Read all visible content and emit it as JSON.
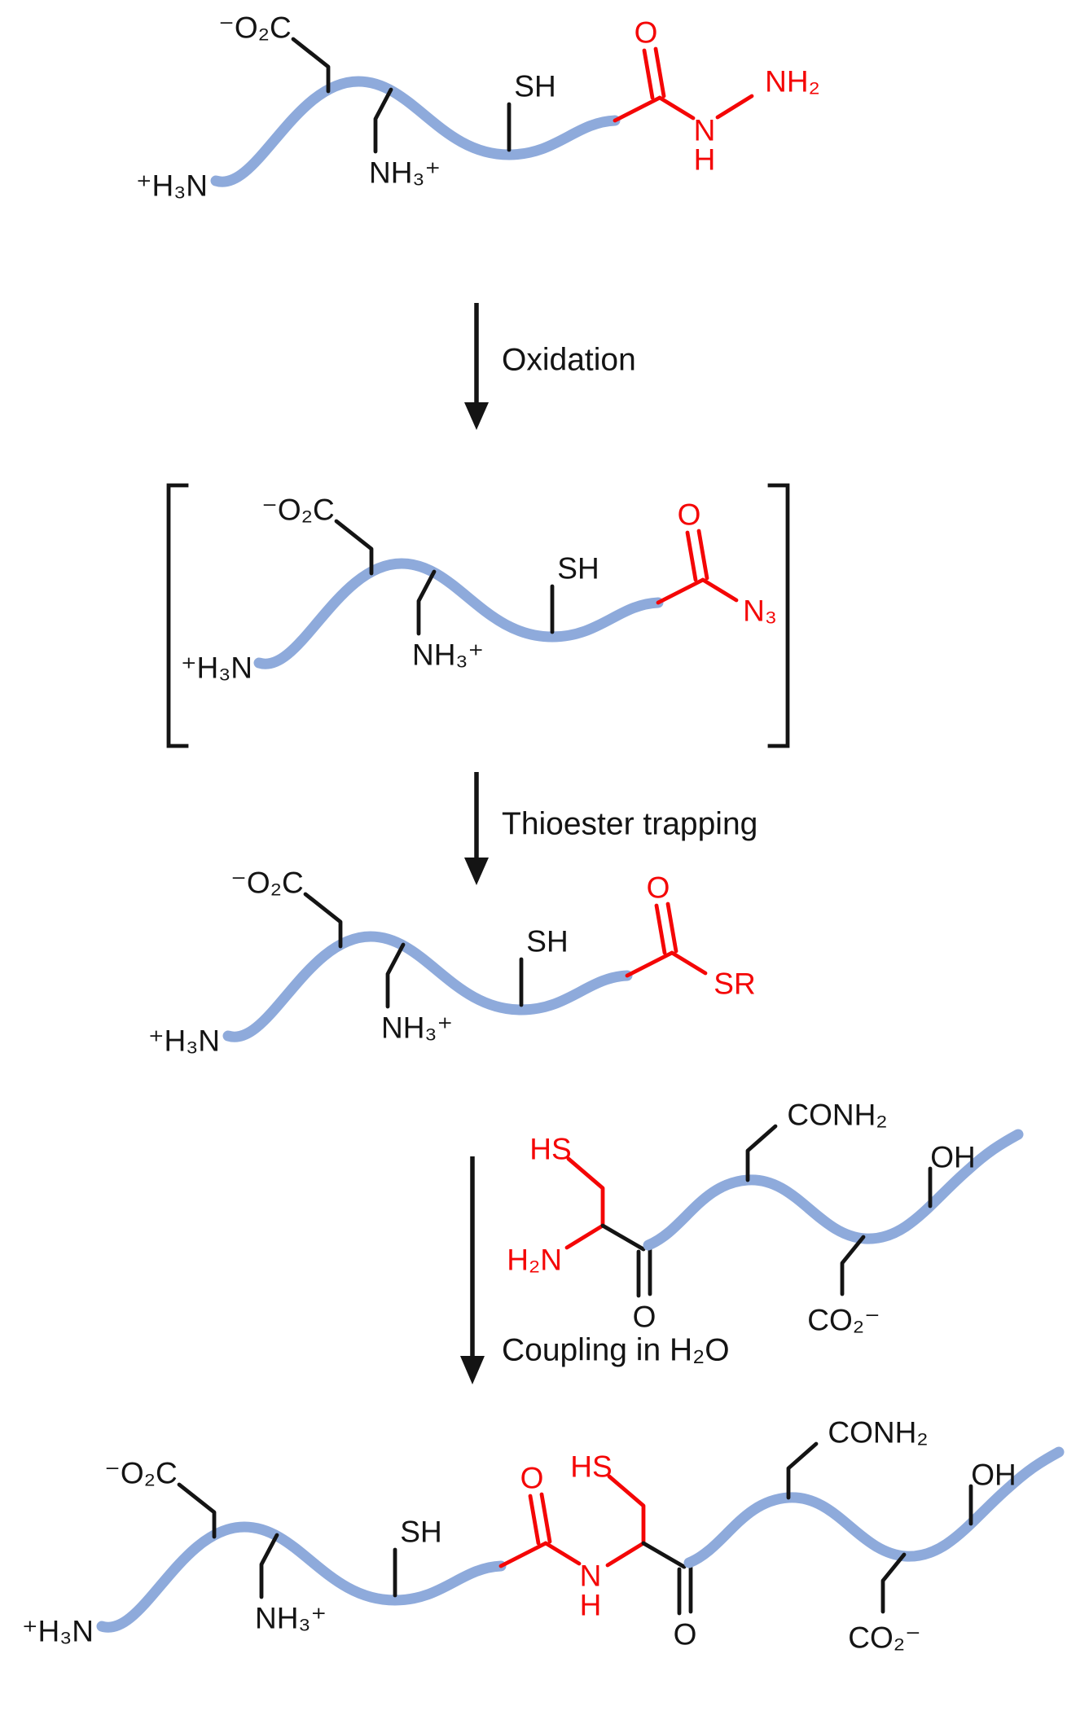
{
  "figure": {
    "description": "Peptide hydrazide oxidation / thioester trapping / native chemical ligation reaction scheme",
    "colors": {
      "backbone_blue": "#8EAADB",
      "highlight_red": "#F40606",
      "ink_black": "#141414",
      "background": "#ffffff"
    }
  },
  "arrows": [
    {
      "label": "Oxidation"
    },
    {
      "label": "Thioester trapping"
    },
    {
      "label": "Coupling in H₂O"
    }
  ],
  "peptide_labels": {
    "carboxylate": "⁻O₂C",
    "n_terminus": "⁺H₃N",
    "ammonium": "NH₃⁺",
    "thiol": "SH"
  },
  "hydrazide": {
    "o": "O",
    "n": "N",
    "h": "H",
    "nh2": "NH₂"
  },
  "azide": {
    "o": "O",
    "n3": "N₃"
  },
  "thioester": {
    "o": "O",
    "sr": "SR"
  },
  "cysteine": {
    "hs": "HS",
    "h2n": "H₂N",
    "o": "O",
    "conh2": "CONH₂",
    "oh": "OH",
    "co2": "CO₂⁻"
  },
  "amide": {
    "o": "O",
    "n": "N",
    "h": "H"
  }
}
